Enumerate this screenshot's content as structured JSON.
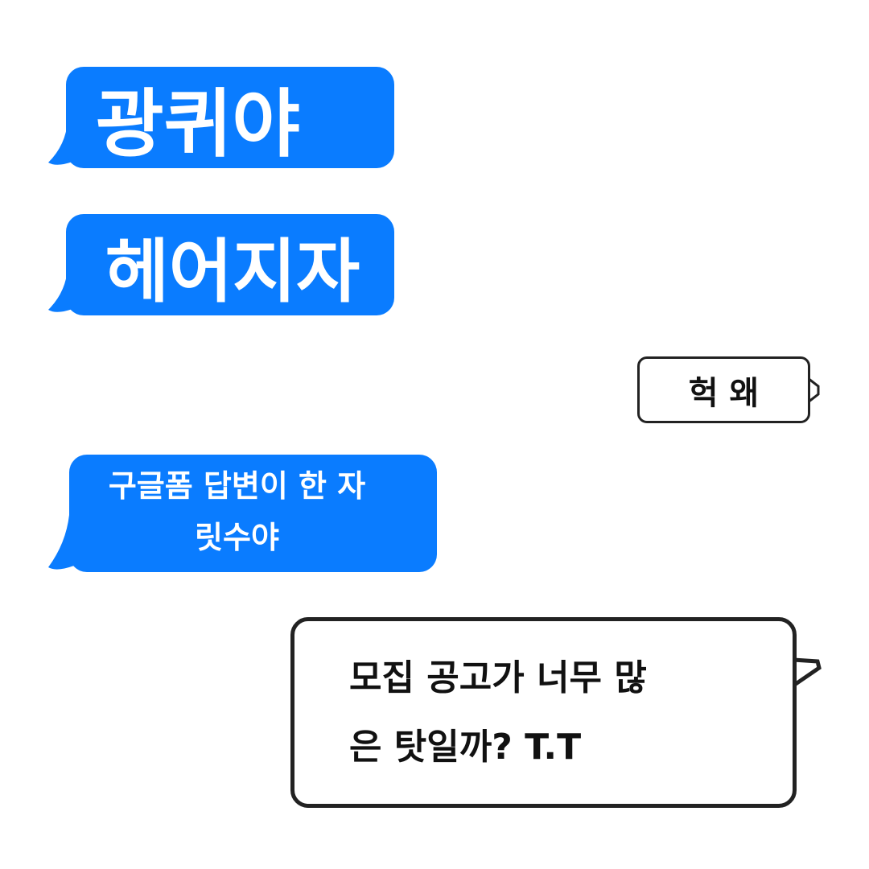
{
  "colors": {
    "bubble_blue": "#0a7cff",
    "outline": "#222222"
  },
  "messages": [
    {
      "side": "left",
      "style": "blue",
      "text": "광퀴야"
    },
    {
      "side": "left",
      "style": "blue",
      "text": "헤어지자"
    },
    {
      "side": "right",
      "style": "outline",
      "text": "헉 왜"
    },
    {
      "side": "left",
      "style": "blue",
      "lines": [
        "구글폼 답변이 한 자",
        "릿수야"
      ]
    },
    {
      "side": "right",
      "style": "outline",
      "lines": [
        "모집 공고가 너무 많",
        "은 탓일까? T.T"
      ]
    }
  ]
}
